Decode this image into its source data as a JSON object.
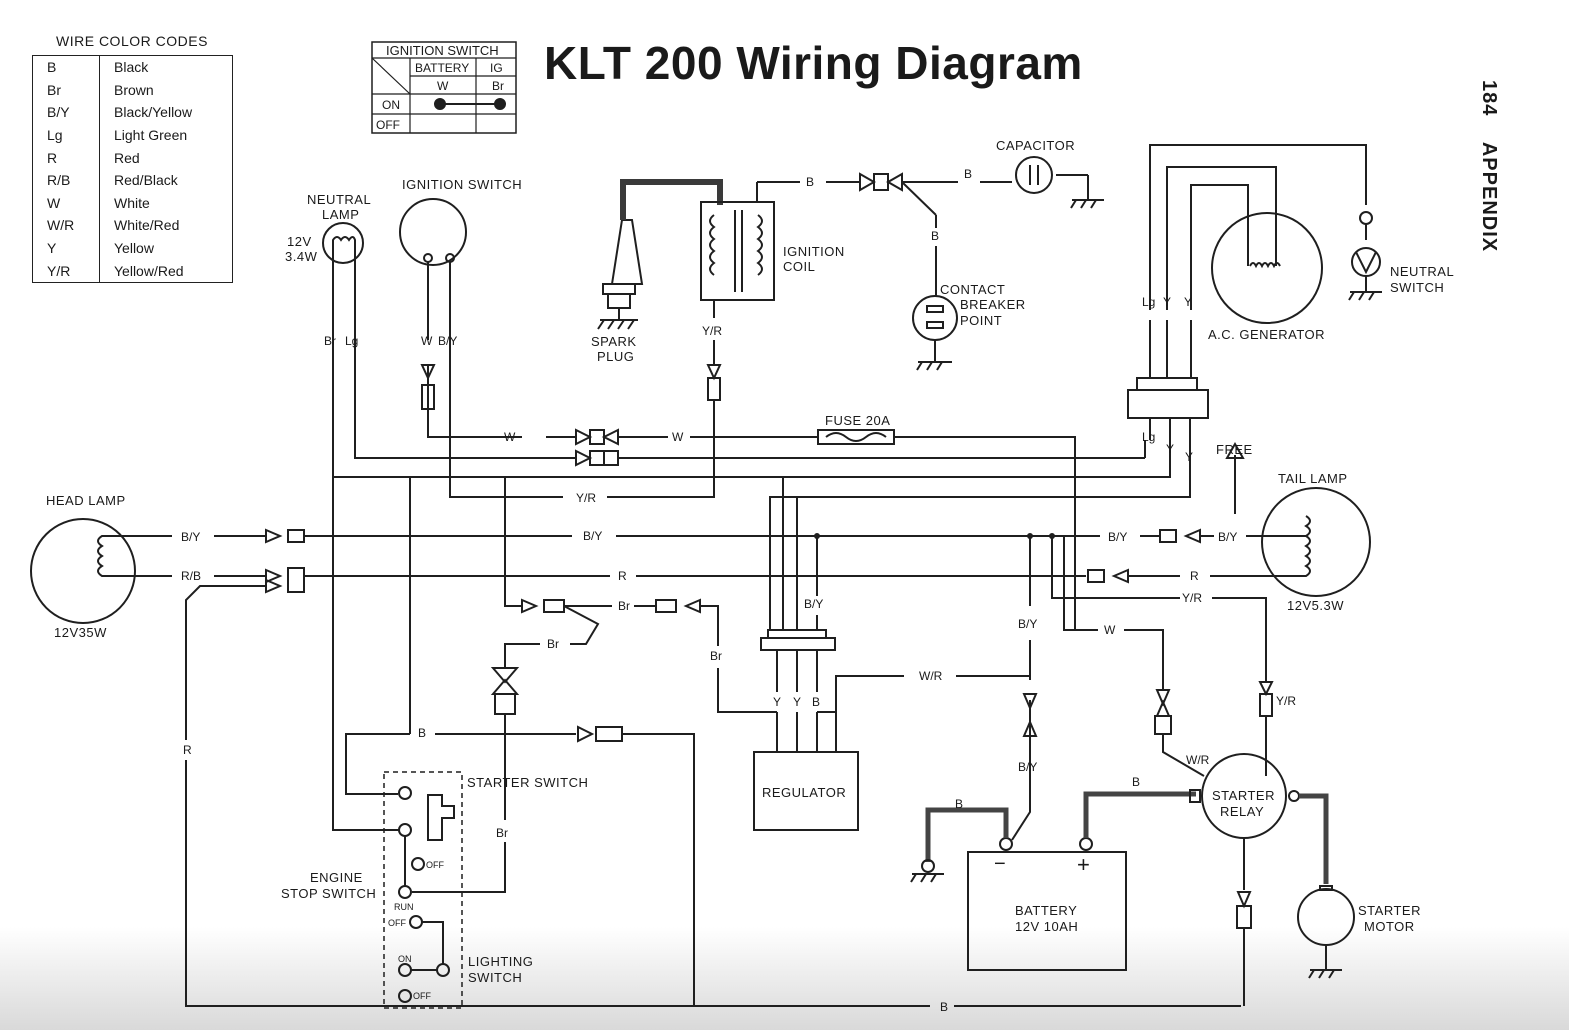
{
  "title": "KLT 200 Wiring Diagram",
  "page": {
    "number": "184",
    "section": "APPENDIX"
  },
  "wire_color_codes": {
    "heading": "WIRE COLOR CODES",
    "rows": [
      {
        "code": "B",
        "color": "Black"
      },
      {
        "code": "Br",
        "color": "Brown"
      },
      {
        "code": "B/Y",
        "color": "Black/Yellow"
      },
      {
        "code": "Lg",
        "color": "Light Green"
      },
      {
        "code": "R",
        "color": "Red"
      },
      {
        "code": "R/B",
        "color": "Red/Black"
      },
      {
        "code": "W",
        "color": "White"
      },
      {
        "code": "W/R",
        "color": "White/Red"
      },
      {
        "code": "Y",
        "color": "Yellow"
      },
      {
        "code": "Y/R",
        "color": "Yellow/Red"
      }
    ]
  },
  "ignition_switch_table": {
    "heading": "IGNITION SWITCH",
    "columns": [
      "BATTERY",
      "IG"
    ],
    "wires": [
      "W",
      "Br"
    ],
    "rows": [
      "ON",
      "OFF"
    ]
  },
  "components": {
    "neutral_lamp": "NEUTRAL LAMP",
    "neutral_lamp_rating_1": "12V",
    "neutral_lamp_rating_2": "3.4W",
    "ignition_switch": "IGNITION SWITCH",
    "spark_plug": "SPARK PLUG",
    "ignition_coil": "IGNITION COIL",
    "capacitor": "CAPACITOR",
    "contact_breaker_point": "CONTACT BREAKER POINT",
    "ac_generator": "A.C. GENERATOR",
    "neutral_switch": "NEUTRAL SWITCH",
    "fuse": "FUSE 20A",
    "free": "FREE",
    "head_lamp": "HEAD LAMP",
    "head_lamp_rating": "12V35W",
    "tail_lamp": "TAIL LAMP",
    "tail_lamp_rating": "12V5.3W",
    "regulator": "REGULATOR",
    "starter_switch": "STARTER SWITCH",
    "engine_stop_switch": "ENGINE STOP SWITCH",
    "lighting_switch": "LIGHTING SWITCH",
    "battery": "BATTERY",
    "battery_rating": "12V 10AH",
    "starter_relay": "STARTER RELAY",
    "starter_motor": "STARTER MOTOR"
  },
  "switch_positions": {
    "off": "OFF",
    "run": "RUN",
    "on": "ON"
  },
  "battery_terminals": {
    "negative": "−",
    "positive": "+"
  },
  "wire_labels": {
    "br": "Br",
    "lg": "Lg",
    "w": "W",
    "by": "B/Y",
    "yr": "Y/R",
    "b": "B",
    "r": "R",
    "rb": "R/B",
    "wr": "W/R",
    "y": "Y"
  }
}
